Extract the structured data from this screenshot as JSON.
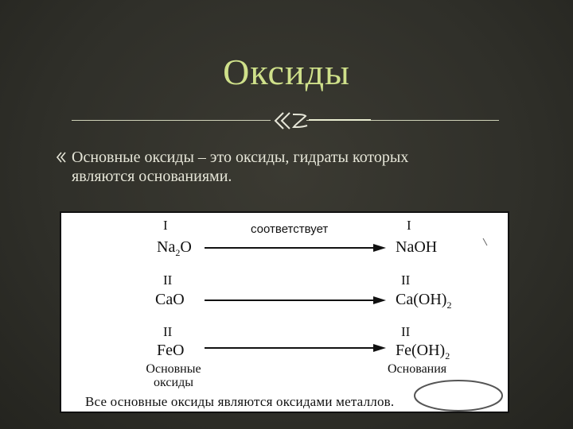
{
  "slide": {
    "title": "Оксиды",
    "bullet": {
      "line1": "Основные оксиды – это оксиды, гидраты которых",
      "line2": "являются основаниями."
    },
    "colors": {
      "title": "#cfe08a",
      "background": "#2f2f29",
      "text": "#e6e6d8"
    }
  },
  "figure": {
    "corresponds_label": "соответствует",
    "rows": [
      {
        "oxide_valence": "I",
        "oxide": "Na2O",
        "base_valence": "I",
        "base": "NaOH"
      },
      {
        "oxide_valence": "II",
        "oxide": "CaO",
        "base_valence": "II",
        "base": "Ca(OH)2"
      },
      {
        "oxide_valence": "II",
        "oxide": "FeO",
        "base_valence": "II",
        "base": "Fe(OH)2"
      }
    ],
    "oxides_label_line1": "Основные",
    "oxides_label_line2": "оксиды",
    "bases_label": "Основания",
    "footer_before": "Все основные оксиды являются оксидами",
    "footer_highlight": "металлов."
  }
}
